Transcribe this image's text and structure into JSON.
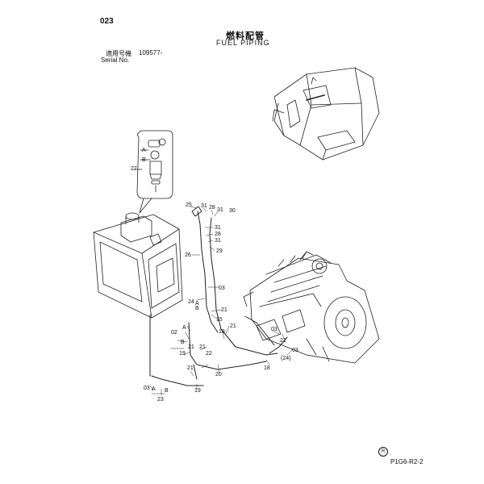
{
  "header": {
    "page_number": "023",
    "title_jp": "燃料配管",
    "title_en": "FUEL PIPING",
    "serial_label_jp": "適用号機",
    "serial_value": "109577-",
    "serial_label_en": "Serial No."
  },
  "footer": {
    "drawing_code": "P1G6-R2-2",
    "plate_mark": "R"
  },
  "callouts": {
    "c27": "27",
    "cA1": "A",
    "cB1": "B",
    "c25": "25",
    "c31a": "31",
    "c28a": "28",
    "c31b": "31",
    "c30": "30",
    "c31c": "31",
    "c28b": "28",
    "c31d": "31",
    "c29": "29",
    "c26": "26",
    "c03a": "03",
    "c24a": "24",
    "c21a": "21",
    "c15": "15",
    "cA2": "A",
    "cB2": "B",
    "c02": "02",
    "cA3": "A",
    "cB3": "B",
    "c21b": "21",
    "c18a": "18",
    "c03b": "03",
    "c21c": "21",
    "c03c": "03",
    "c19a": "19",
    "c21d": "21",
    "c22": "22",
    "c21e": "21",
    "c21f": "21",
    "c20": "20",
    "c24b": "(24)",
    "c18b": "18",
    "c19b": "19",
    "c03d": "03",
    "cA4": "A",
    "cB4": "B",
    "c23": "23"
  }
}
